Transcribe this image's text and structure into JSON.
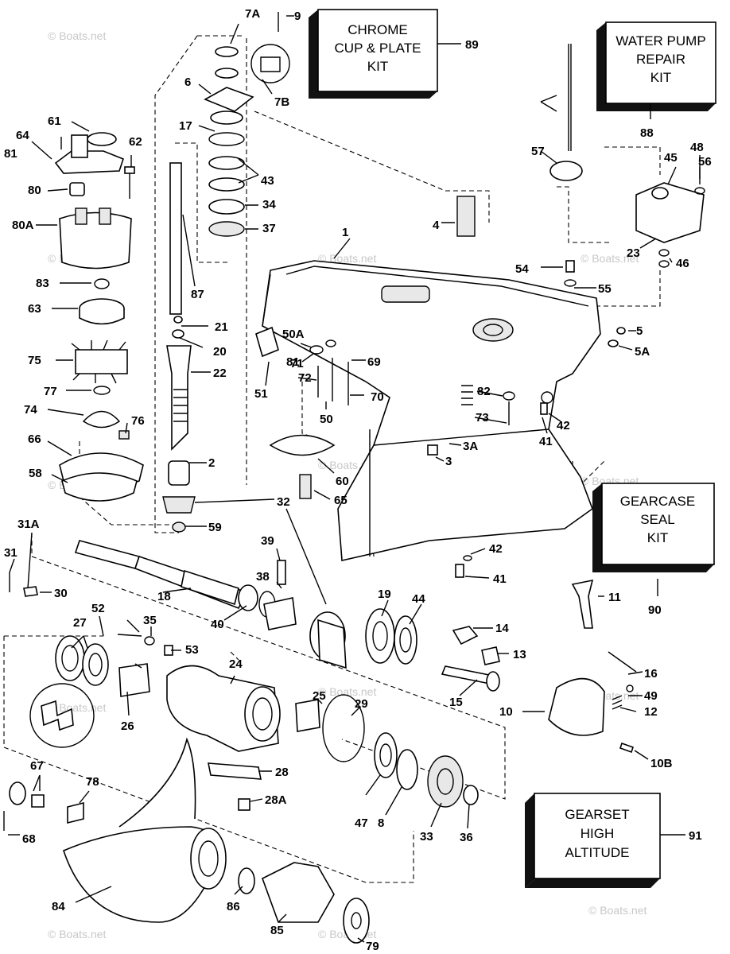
{
  "kits": [
    {
      "id": "chrome-cup-plate-kit",
      "lines": [
        "CHROME",
        "CUP & PLATE",
        "KIT"
      ],
      "number": "89"
    },
    {
      "id": "water-pump-repair-kit",
      "lines": [
        "WATER PUMP",
        "REPAIR",
        "KIT"
      ],
      "number": "88"
    },
    {
      "id": "gearcase-seal-kit",
      "lines": [
        "GEARCASE",
        "SEAL",
        "KIT"
      ],
      "number": "90"
    },
    {
      "id": "gearset-high-altitude",
      "lines": [
        "GEARSET",
        "HIGH",
        "ALTITUDE"
      ],
      "number": "91"
    }
  ],
  "callouts": [
    "1",
    "2",
    "3",
    "3A",
    "4",
    "5",
    "5A",
    "6",
    "7A",
    "7B",
    "8",
    "9",
    "10",
    "10B",
    "11",
    "12",
    "13",
    "14",
    "15",
    "16",
    "17",
    "18",
    "19",
    "20",
    "21",
    "22",
    "23",
    "24",
    "25",
    "26",
    "27",
    "28",
    "28A",
    "29",
    "30",
    "31",
    "31A",
    "32",
    "33",
    "34",
    "35",
    "36",
    "37",
    "38",
    "39",
    "40",
    "41",
    "41",
    "42",
    "42",
    "43",
    "44",
    "45",
    "46",
    "47",
    "48",
    "49",
    "50",
    "50A",
    "51",
    "52",
    "53",
    "54",
    "55",
    "56",
    "57",
    "58",
    "59",
    "60",
    "61",
    "62",
    "63",
    "64",
    "65",
    "66",
    "67",
    "68",
    "69",
    "70",
    "71",
    "72",
    "73",
    "74",
    "75",
    "76",
    "77",
    "78",
    "79",
    "80",
    "80A",
    "81",
    "81",
    "82",
    "83",
    "84",
    "85",
    "86",
    "87"
  ],
  "watermark": "© Boats.net"
}
